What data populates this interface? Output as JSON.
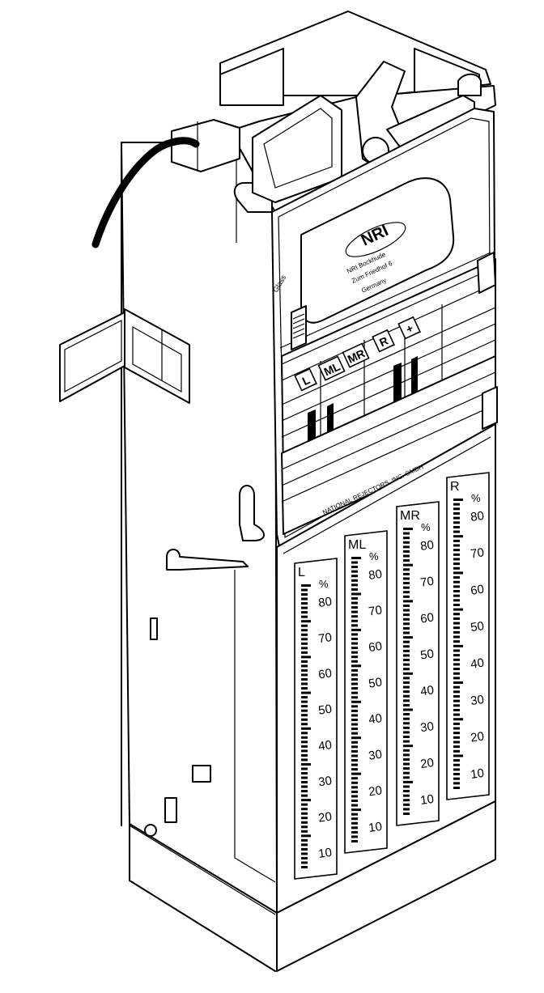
{
  "panel": {
    "brand_logo": "NRI",
    "address_lines": [
      "NRI Bockhude",
      "Zum Friedhof 6",
      "Germany"
    ],
    "coin_entry_label": "Glass",
    "buttons": [
      "L",
      "ML",
      "MR",
      "R",
      "+"
    ],
    "manufacturer": "NATIONAL REJECTORS, INC. GMBH"
  },
  "tubes": [
    {
      "label": "L",
      "unit": "%",
      "scale": [
        "80",
        "70",
        "60",
        "50",
        "40",
        "30",
        "20",
        "10"
      ]
    },
    {
      "label": "ML",
      "unit": "%",
      "scale": [
        "80",
        "70",
        "60",
        "50",
        "40",
        "30",
        "20",
        "10"
      ]
    },
    {
      "label": "MR",
      "unit": "%",
      "scale": [
        "80",
        "70",
        "60",
        "50",
        "40",
        "30",
        "20",
        "10"
      ]
    },
    {
      "label": "R",
      "unit": "%",
      "scale": [
        "80",
        "70",
        "60",
        "50",
        "40",
        "30",
        "20",
        "10"
      ]
    }
  ]
}
